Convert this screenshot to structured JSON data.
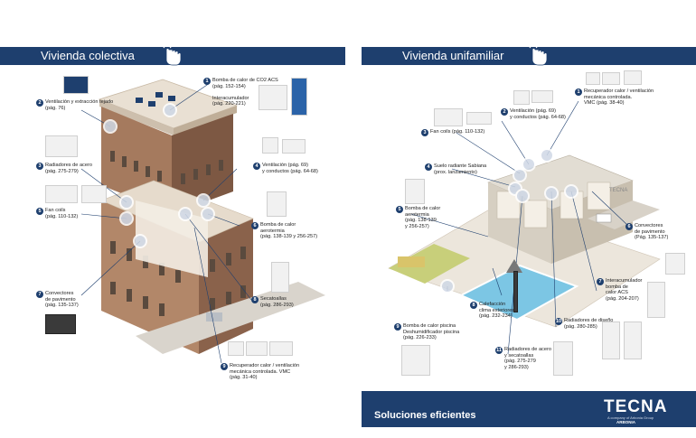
{
  "left_panel": {
    "title": "Vivienda colectiva",
    "labels": [
      {
        "num": "1",
        "lines": [
          "Bomba de calor de CO2 ACS",
          "(pág. 152-154)",
          "",
          "Interacumulador",
          "(pág. 220-221)"
        ]
      },
      {
        "num": "2",
        "lines": [
          "Ventilación y extracción tejado",
          "(pág. 76)"
        ]
      },
      {
        "num": "3",
        "lines": [
          "Radiadores de acero",
          "(pág. 275-279)"
        ]
      },
      {
        "num": "4",
        "lines": [
          "Ventilación (pág. 69)",
          "y conductos (pág. 64-68)"
        ]
      },
      {
        "num": "5",
        "lines": [
          "Fan coils",
          "(pág. 110-132)"
        ]
      },
      {
        "num": "6",
        "lines": [
          "Bomba de calor",
          "aerotermia",
          "(pág. 138-139 y 256-257)"
        ]
      },
      {
        "num": "7",
        "lines": [
          "Convectores",
          "de pavimento",
          "(pág. 135-137)"
        ]
      },
      {
        "num": "8",
        "lines": [
          "Secatoallas",
          "(pág. 286-293)"
        ]
      },
      {
        "num": "9",
        "lines": [
          "Recuperador calor / ventilación",
          "mecánica controlada. VMC",
          "(pág. 31-40)"
        ]
      }
    ]
  },
  "right_panel": {
    "title": "Vivienda unifamiliar",
    "sign": "TECNA",
    "labels": [
      {
        "num": "1",
        "lines": [
          "Recuperador calor / ventilación",
          "mecánica controlada.",
          "VMC (pág. 38-40)"
        ]
      },
      {
        "num": "2",
        "lines": [
          "Ventilación (pág. 69)",
          "y conductos (pág. 64-68)"
        ]
      },
      {
        "num": "3",
        "lines": [
          "Fan coils (pág. 110-132)"
        ]
      },
      {
        "num": "4",
        "lines": [
          "Suelo radiante Sabiana",
          "(prox. lanzamiento)"
        ]
      },
      {
        "num": "5",
        "lines": [
          "Bomba de calor",
          "aerotermia",
          "(pág. 138-139",
          "y 256-257)"
        ]
      },
      {
        "num": "6",
        "lines": [
          "Convectores",
          "de pavimento",
          "(Pág. 135-137)"
        ]
      },
      {
        "num": "7",
        "lines": [
          "Interacumulador",
          "bomba de",
          "calor ACS",
          "(pág. 204-207)"
        ]
      },
      {
        "num": "8",
        "lines": [
          "Calefacción",
          "clima exteriores",
          "(pág. 232-234)"
        ]
      },
      {
        "num": "9",
        "lines": [
          "Bomba de calor piscina",
          "Deshumidificador piscina",
          "(pág. 226-233)"
        ]
      },
      {
        "num": "10",
        "lines": [
          "Radiadores de diseño",
          "(pág. 280-285)"
        ]
      },
      {
        "num": "11",
        "lines": [
          "Radiadores de acero",
          "y secatoallas",
          "(pág. 275-279",
          "y 286-293)"
        ]
      }
    ]
  },
  "footer": {
    "text": "Soluciones eficientes",
    "brand": "TECNA",
    "tagline": "A company of Arbonia Group",
    "sub": "ARBONIA"
  },
  "colors": {
    "navy": "#1e3f6e",
    "brick": "#a57a5e",
    "brick_dark": "#7d5843",
    "roof": "#e9e0d3",
    "window": "#5a4a3e"
  }
}
